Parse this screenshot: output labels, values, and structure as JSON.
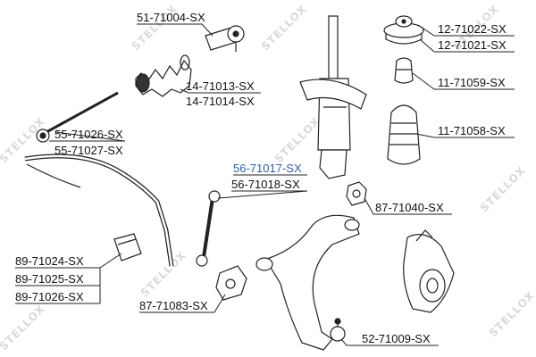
{
  "part_labels": {
    "p51_71004": "51-71004-SX",
    "p14_71013": "14-71013-SX",
    "p14_71014": "14-71014-SX",
    "p55_71026": "55-71026-SX",
    "p55_71027": "55-71027-SX",
    "p56_71017": "56-71017-SX",
    "p56_71018": "56-71018-SX",
    "p89_71024": "89-71024-SX",
    "p89_71025": "89-71025-SX",
    "p89_71026": "89-71026-SX",
    "p87_71083": "87-71083-SX",
    "p12_71022": "12-71022-SX",
    "p12_71021": "12-71021-SX",
    "p11_71059": "11-71059-SX",
    "p11_71058": "11-71058-SX",
    "p87_71040": "87-71040-SX",
    "p52_71009": "52-71009-SX"
  },
  "watermark": "STELLOX",
  "colors": {
    "highlight": "#2f5fb0",
    "ink": "#111111",
    "watermark": "#d9d9d9"
  }
}
